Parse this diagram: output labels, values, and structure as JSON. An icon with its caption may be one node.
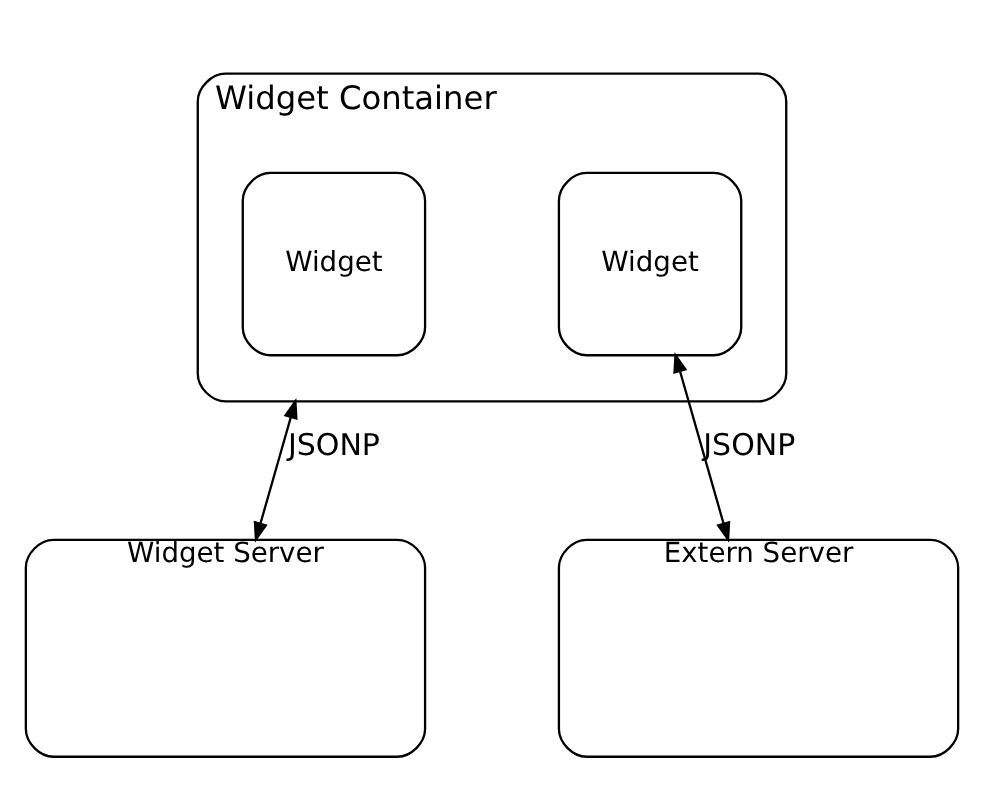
{
  "diagram": {
    "nodes": [
      {
        "text": [
          "Widget Container"
        ]
      },
      {
        "text": [
          "Widget"
        ],
        "in": 0
      },
      {
        "text": [
          "Widget"
        ],
        "in": 0
      },
      {
        "text": [
          "Widget Server"
        ]
      },
      {
        "text": [
          "Extern Server"
        ]
      }
    ],
    "edges": [
      {
        "from": 0,
        "to": 3,
        "arrow": "both",
        "label": "JSONP"
      },
      {
        "from": 2,
        "to": 4,
        "arrow": "both",
        "label": "JSONP"
      }
    ]
  }
}
